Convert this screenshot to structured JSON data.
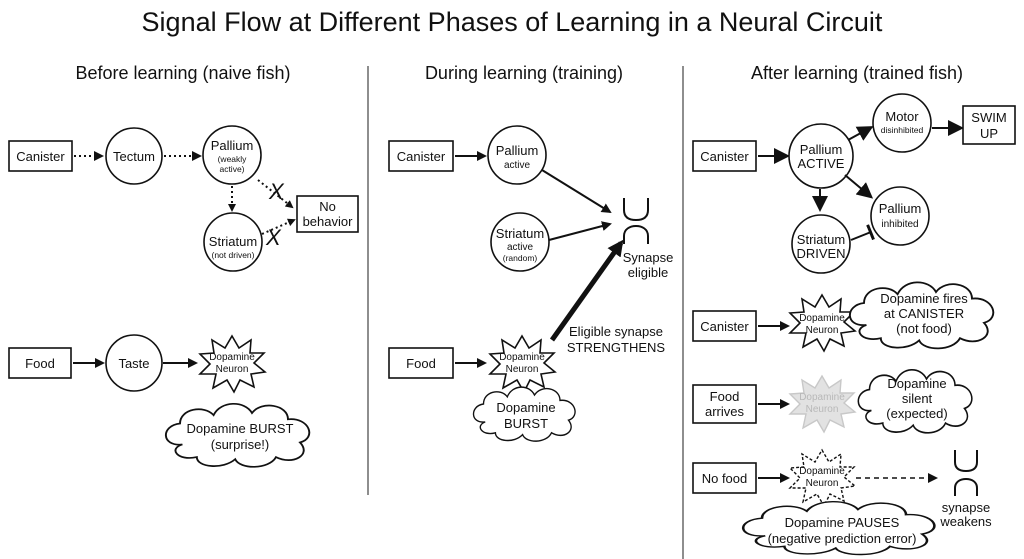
{
  "title": "Signal Flow at Different Phases of Learning in a Neural Circuit",
  "panels": {
    "before": {
      "heading": "Before learning (naive fish)",
      "canister": "Canister",
      "tectum": "Tectum",
      "pallium": {
        "name": "Pallium",
        "state_line1": "(weakly",
        "state_line2": "active)"
      },
      "striatum": {
        "name": "Striatum",
        "state": "(not driven)"
      },
      "no_behavior": {
        "line1": "No",
        "line2": "behavior"
      },
      "food": "Food",
      "taste": "Taste",
      "dopamine_neuron": {
        "line1": "Dopamine",
        "line2": "Neuron"
      },
      "burst_cloud": {
        "line1": "Dopamine BURST",
        "line2": "(surprise!)"
      }
    },
    "during": {
      "heading": "During learning (training)",
      "canister": "Canister",
      "pallium": {
        "name": "Pallium",
        "state": "active"
      },
      "striatum": {
        "name": "Striatum",
        "state": "active",
        "note": "(random)"
      },
      "synapse": {
        "line1": "Synapse",
        "line2": "eligible"
      },
      "strengthens": {
        "line1": "Eligible synapse",
        "line2": "STRENGTHENS"
      },
      "food": "Food",
      "dopamine_neuron": {
        "line1": "Dopamine",
        "line2": "Neuron"
      },
      "burst_cloud": {
        "line1": "Dopamine",
        "line2": "BURST"
      }
    },
    "after": {
      "heading": "After learning (trained fish)",
      "row1": {
        "canister": "Canister",
        "pallium_active": {
          "name": "Pallium",
          "state": "ACTIVE"
        },
        "motor": {
          "name": "Motor",
          "state": "disinhibited"
        },
        "swim_up": {
          "line1": "SWIM",
          "line2": "UP"
        },
        "pallium_inhibited": {
          "name": "Pallium",
          "state": "inhibited"
        },
        "striatum": {
          "name": "Striatum",
          "state": "DRIVEN"
        }
      },
      "row2": {
        "canister": "Canister",
        "dopamine_neuron": {
          "line1": "Dopamine",
          "line2": "Neuron"
        },
        "cloud": {
          "line1": "Dopamine fires",
          "line2": "at CANISTER",
          "line3": "(not food)"
        }
      },
      "row3": {
        "food_arrives": {
          "line1": "Food",
          "line2": "arrives"
        },
        "dopamine_neuron": {
          "line1": "Dopamine",
          "line2": "Neuron"
        },
        "cloud": {
          "line1": "Dopamine",
          "line2": "silent",
          "line3": "(expected)"
        }
      },
      "row4": {
        "no_food": "No food",
        "dopamine_neuron": {
          "line1": "Dopamine",
          "line2": "Neuron"
        },
        "synapse": {
          "line1": "synapse",
          "line2": "weakens"
        },
        "cloud": {
          "line1": "Dopamine PAUSES",
          "line2": "(negative prediction error)"
        }
      }
    }
  }
}
